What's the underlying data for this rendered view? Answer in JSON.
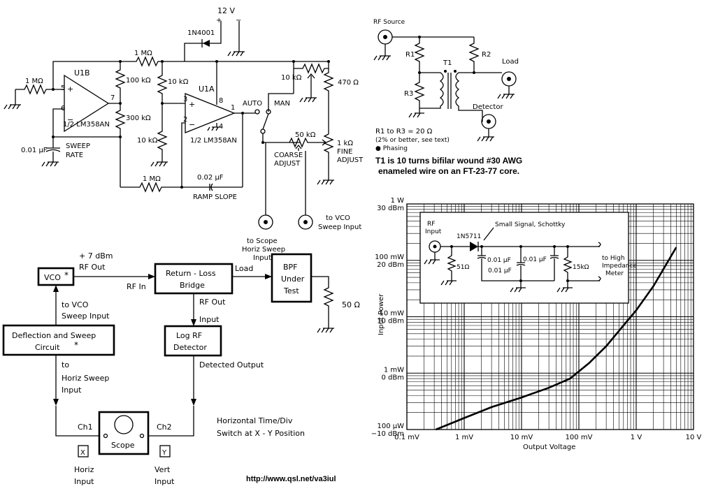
{
  "sweep_circuit": {
    "supply": "12 V",
    "plus": "+",
    "minus": "−",
    "diode": "1N4001",
    "r_feedback": "1 MΩ",
    "r_input": "1 MΩ",
    "r_100k": "100 kΩ",
    "r_300k": "300 kΩ",
    "r_10k_top": "10 kΩ",
    "r_10k_bottom": "10 kΩ",
    "r_10k_man": "10 kΩ",
    "r_470": "470 Ω",
    "pot_50k": "50 kΩ",
    "pot_1k": "1 kΩ",
    "r_ramp": "1 MΩ",
    "cap_sweep": "0.01 µF",
    "cap_ramp": "0.02 µF",
    "u1b": "U1B",
    "u1a": "U1A",
    "chip_b": "1/2 LM358AN",
    "chip_a": "1/2 LM358AN",
    "pin5": "5",
    "pin6": "6",
    "pin7": "7",
    "pin3": "3",
    "pin2": "2",
    "pin8": "8",
    "pin1": "1",
    "pin4": "4",
    "sweep_rate": [
      "SWEEP",
      "RATE"
    ],
    "ramp_slope": "RAMP SLOPE",
    "auto": "AUTO",
    "man": "MAN",
    "coarse_adjust": [
      "COARSE",
      "ADJUST"
    ],
    "fine_adjust": [
      "FINE",
      "ADJUST"
    ],
    "to_scope": [
      "to Scope",
      "Horiz Sweep",
      "Input"
    ],
    "to_vco": [
      "to VCO",
      "Sweep Input"
    ]
  },
  "bridge_circuit": {
    "rf_source": "RF Source",
    "r1": "R1",
    "r2": "R2",
    "r3": "R3",
    "t1": "T1",
    "load": "Load",
    "detector": "Detector",
    "note1": "R1 to R3 = 20 Ω",
    "note2": "(2% or better, see text)",
    "phasing": "● Phasing",
    "caption": [
      "T1 is 10 turns bifilar wound #30 AWG",
      "enameled wire on an FT-23-77 core."
    ]
  },
  "block_diagram": {
    "vco": "VCO",
    "asterisk": "*",
    "rf_out_level": "+ 7 dBm",
    "rf_out": "RF Out",
    "rf_in": "RF In",
    "bridge": [
      "Return - Loss",
      "Bridge"
    ],
    "load": "Load",
    "bpf": [
      "BPF",
      "Under",
      "Test"
    ],
    "r50": "50 Ω",
    "bridge_rf_out": "RF Out",
    "input": "Input",
    "log_detector": [
      "Log RF",
      "Detector"
    ],
    "detected_output": "Detected Output",
    "deflection": [
      "Deflection and Sweep",
      "Circuit"
    ],
    "to_vco": [
      "to VCO",
      "Sweep Input"
    ],
    "to_horiz": [
      "to",
      "Horiz Sweep",
      "Input"
    ],
    "ch1": "Ch1",
    "ch2": "Ch2",
    "scope": "Scope",
    "x": "X",
    "y": "Y",
    "horiz_input": [
      "Horiz",
      "Input"
    ],
    "vert_input": [
      "Vert",
      "Input"
    ],
    "note": [
      "Horizontal Time/Div",
      "Switch at X - Y Position"
    ]
  },
  "detector_inset": {
    "rf_input": [
      "RF",
      "Input"
    ],
    "diode": "1N5711",
    "diode_note": "Small Signal, Schottky",
    "r51": "51Ω",
    "c1": "0.01 µF",
    "c2": "0.01 µF",
    "c3": "0.01 µF",
    "r15k": "15kΩ",
    "meter": [
      "to High",
      "Impedance",
      "Meter"
    ]
  },
  "url": "http://www.qsl.net/va3iul",
  "chart_data": {
    "type": "line",
    "xlabel": "Output Voltage",
    "ylabel": "Input Power",
    "x_scale": "log",
    "y_scale": "log",
    "xlim_V": [
      0.0001,
      10
    ],
    "ylim_W": [
      0.0001,
      1
    ],
    "x_ticks": [
      "0.1 mV",
      "1 mV",
      "10 mV",
      "100 mV",
      "1 V",
      "10 V"
    ],
    "y_ticks": [
      {
        "top": "100 µW",
        "bottom": "−10 dBm"
      },
      {
        "top": "1 mW",
        "bottom": "0 dBm"
      },
      {
        "top": "10 mW",
        "bottom": "10 dBm"
      },
      {
        "top": "100 mW",
        "bottom": "20 dBm"
      },
      {
        "top": "1 W",
        "bottom": "30 dBm"
      }
    ],
    "series": [
      {
        "x_V": [
          0.00032,
          0.001,
          0.003,
          0.01,
          0.03,
          0.07,
          0.15,
          0.3,
          0.6,
          1,
          2,
          5
        ],
        "y_W": [
          0.0001,
          0.00016,
          0.00025,
          0.00037,
          0.00055,
          0.0008,
          0.0015,
          0.003,
          0.007,
          0.013,
          0.035,
          0.17
        ]
      }
    ],
    "grid": true
  }
}
